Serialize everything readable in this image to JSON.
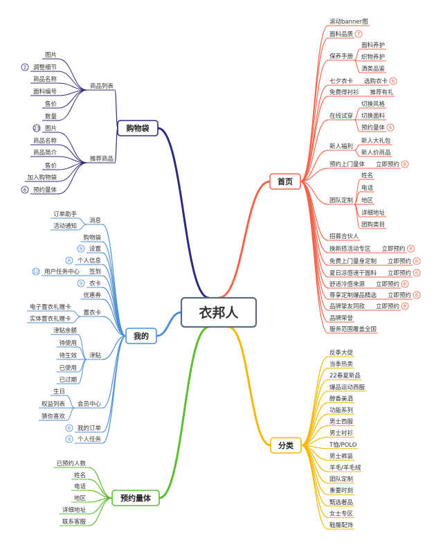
{
  "center": {
    "label": "衣邦人"
  },
  "colors": {
    "home": "#f0654b",
    "category": "#f5b800",
    "booking": "#5cbd2f",
    "mine": "#4f8fd6",
    "cart": "#2e2a7a",
    "center_border": "#5a6b7a"
  },
  "branches": {
    "home": {
      "label": "首页",
      "items": [
        {
          "label": "滚动banner图"
        },
        {
          "label": "面料品质",
          "badge": "7"
        },
        {
          "label": "保养手册",
          "children": [
            {
              "label": "面料养护"
            },
            {
              "label": "织物养护"
            },
            {
              "label": "洒类品鉴"
            }
          ]
        },
        {
          "label": "七夕衣卡",
          "children": [
            {
              "label": "选购衣卡",
              "badge": "6"
            }
          ]
        },
        {
          "label": "免费得衬衫",
          "children": [
            {
              "label": "推荐有礼"
            }
          ]
        },
        {
          "label": "在线试穿",
          "children": [
            {
              "label": "切换风格"
            },
            {
              "label": "切换面料"
            },
            {
              "label": "预约量体",
              "badge": "6"
            }
          ]
        },
        {
          "label": "新人福利",
          "children": [
            {
              "label": "新人大礼包"
            },
            {
              "label": "新人价商品"
            }
          ]
        },
        {
          "label": "预约上门量体",
          "children": [
            {
              "label": "立即预约",
              "badge": "6"
            }
          ]
        },
        {
          "label": "团队定制",
          "children": [
            {
              "label": "姓名"
            },
            {
              "label": "电话"
            },
            {
              "label": "地区"
            },
            {
              "label": "详细地址"
            },
            {
              "label": "团购类目"
            }
          ]
        },
        {
          "label": "招募合伙人"
        },
        {
          "label": "换新搭活动专区",
          "children": [
            {
              "label": "立即预约",
              "badge": "6"
            }
          ]
        },
        {
          "label": "免费上门量身定制",
          "children": [
            {
              "label": "立即预约",
              "badge": "6"
            }
          ]
        },
        {
          "label": "夏日凉感速干面料",
          "children": [
            {
              "label": "立即预约",
              "badge": "6"
            }
          ]
        },
        {
          "label": "舒适冷感来源",
          "children": [
            {
              "label": "立即预约",
              "badge": "6"
            }
          ]
        },
        {
          "label": "尊享定制爆品精选",
          "children": [
            {
              "label": "立即预约",
              "badge": "6"
            }
          ]
        },
        {
          "label": "品牌挚友同款",
          "children": [
            {
              "label": "立即预约",
              "badge": "6"
            }
          ]
        },
        {
          "label": "品牌荣誉"
        },
        {
          "label": "服务范围覆盖全国"
        }
      ]
    },
    "category": {
      "label": "分类",
      "items": [
        {
          "label": "反季大促"
        },
        {
          "label": "当季热卖"
        },
        {
          "label": "22春夏新品"
        },
        {
          "label": "爆品运动西服"
        },
        {
          "label": "醇香美酒"
        },
        {
          "label": "功能系列"
        },
        {
          "label": "男士西服"
        },
        {
          "label": "男士衬衫"
        },
        {
          "label": "T恤/POLO"
        },
        {
          "label": "男士裤装"
        },
        {
          "label": "羊毛/羊毛绒"
        },
        {
          "label": "团队定制"
        },
        {
          "label": "重要时刻"
        },
        {
          "label": "甄选奢品"
        },
        {
          "label": "女士专区"
        },
        {
          "label": "鞋履配饰"
        }
      ]
    },
    "booking": {
      "label": "预约量体",
      "items": [
        {
          "label": "已预约人数"
        },
        {
          "label": "姓名"
        },
        {
          "label": "电话"
        },
        {
          "label": "地区"
        },
        {
          "label": "详细地址"
        },
        {
          "label": "联系客服"
        }
      ]
    },
    "mine": {
      "label": "我的",
      "items": [
        {
          "label": "消息",
          "children": [
            {
              "label": "订单助手"
            },
            {
              "label": "活动通知"
            }
          ]
        },
        {
          "label": "购物袋"
        },
        {
          "label": "设置",
          "badge": "8"
        },
        {
          "label": "个人信息",
          "badge": "8"
        },
        {
          "label": "签到",
          "children": [
            {
              "label": "用户任务中心",
              "badge": "12"
            }
          ]
        },
        {
          "label": "衣卡",
          "badge": "9"
        },
        {
          "label": "优惠券"
        },
        {
          "label": "置衣卡",
          "children": [
            {
              "label": "电子置衣礼赠卡"
            },
            {
              "label": "实体置衣礼赠卡"
            }
          ]
        },
        {
          "label": "津贴",
          "children": [
            {
              "label": "津贴余额"
            },
            {
              "label": "待使用"
            },
            {
              "label": "待生效"
            },
            {
              "label": "已使用"
            },
            {
              "label": "已过期"
            }
          ]
        },
        {
          "label": "会员中心",
          "children": [
            {
              "label": "生日"
            },
            {
              "label": "权益列表"
            },
            {
              "label": "猜你喜欢"
            }
          ]
        },
        {
          "label": "我的订单",
          "badge": "6"
        },
        {
          "label": "个人任务",
          "badge": "8"
        }
      ]
    },
    "cart": {
      "label": "购物袋",
      "items": [
        {
          "label": "商品列表",
          "children": [
            {
              "label": "图片"
            },
            {
              "label": "调整细节",
              "badge": "2"
            },
            {
              "label": "商品名称"
            },
            {
              "label": "面料编号"
            },
            {
              "label": "售价"
            },
            {
              "label": "数量"
            }
          ]
        },
        {
          "label": "推荐商品",
          "children": [
            {
              "label": "图片",
              "badge": "23"
            },
            {
              "label": "商品名称"
            },
            {
              "label": "商品简介"
            },
            {
              "label": "售价"
            },
            {
              "label": "加入购物袋"
            },
            {
              "label": "预约量体",
              "badge": "6"
            }
          ]
        }
      ]
    }
  }
}
